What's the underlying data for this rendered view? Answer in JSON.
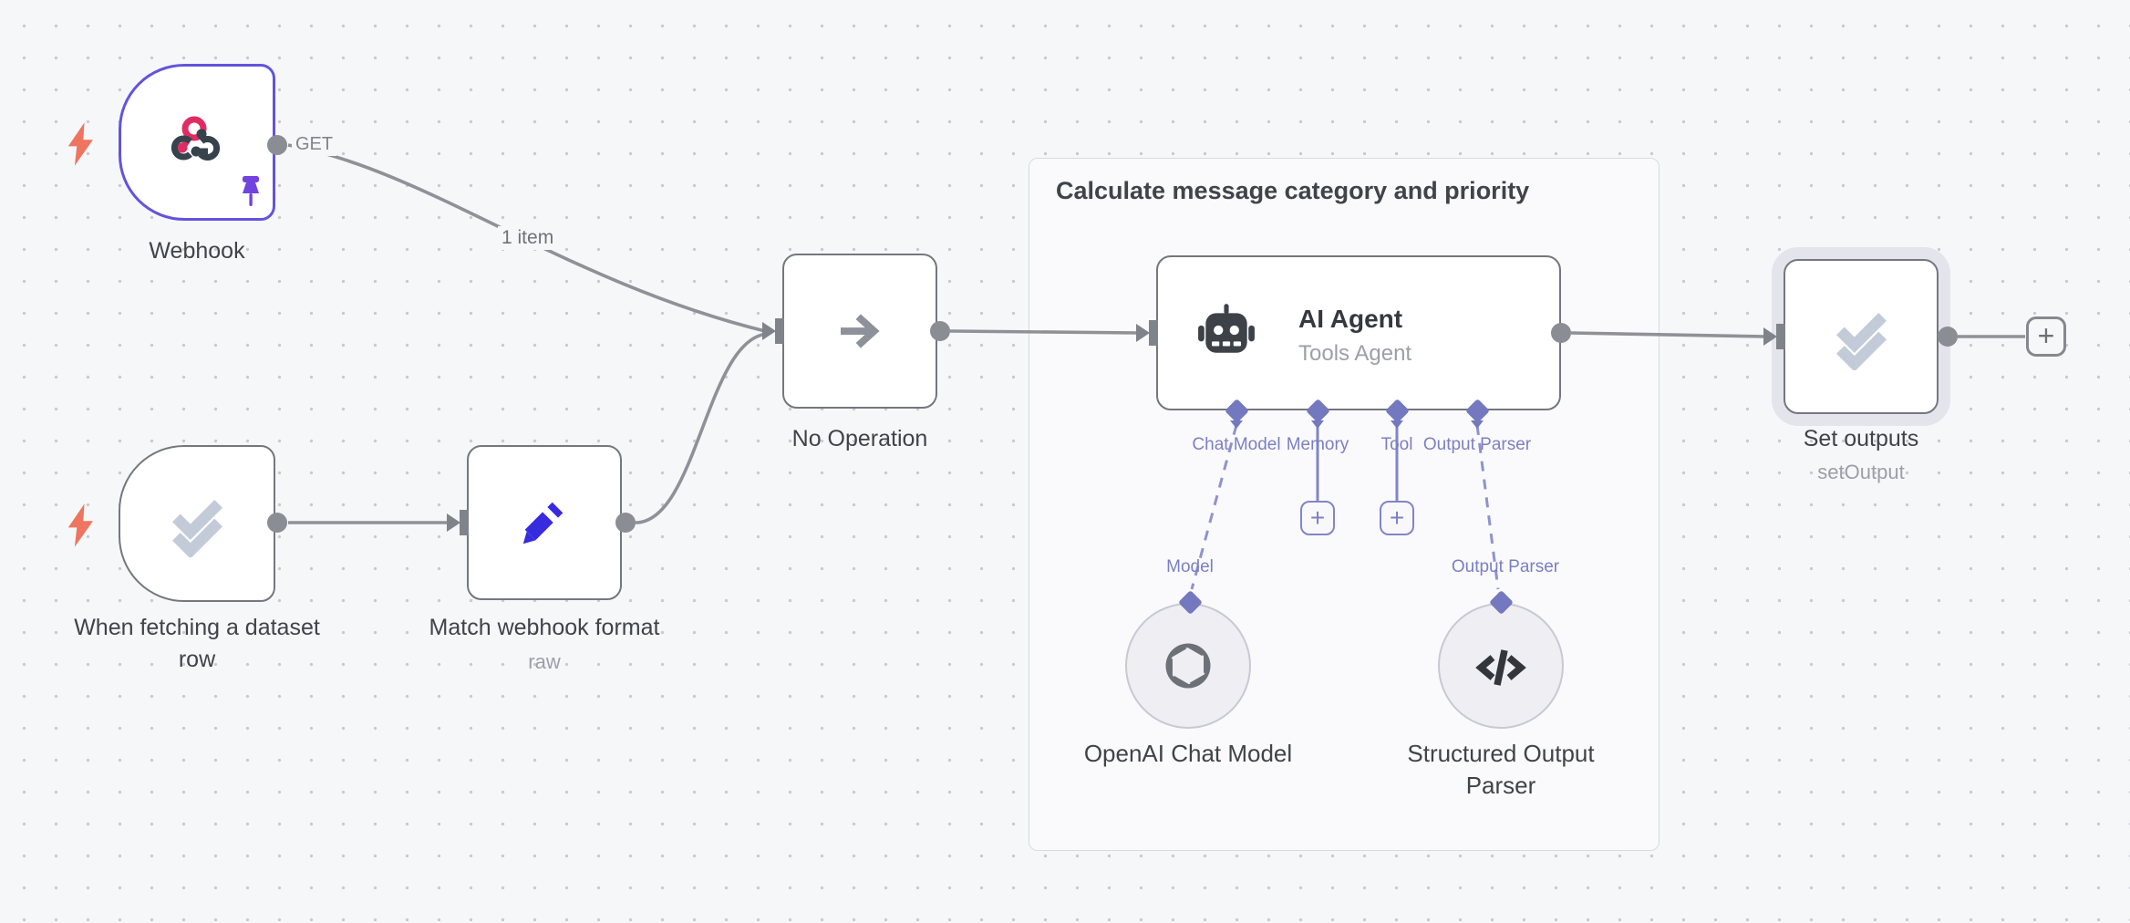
{
  "group": {
    "title": "Calculate message category and priority"
  },
  "edge_labels": {
    "webhook_method": "GET",
    "webhook_items": "1 item"
  },
  "glyphs": {
    "plus": "+"
  },
  "nodes": {
    "webhook": {
      "label": "Webhook"
    },
    "dataset_trigger": {
      "label_line1": "When fetching a dataset",
      "label_line2": "row"
    },
    "match_format": {
      "label": "Match webhook format",
      "subtitle": "raw"
    },
    "no_operation": {
      "label": "No Operation"
    },
    "ai_agent": {
      "title": "AI Agent",
      "subtitle": "Tools Agent",
      "ports": [
        "Chat Model",
        "Memory",
        "Tool",
        "Output Parser"
      ]
    },
    "openai_model": {
      "port_label": "Model",
      "label": "OpenAI Chat Model"
    },
    "output_parser": {
      "port_label": "Output Parser",
      "label_line1": "Structured Output",
      "label_line2": "Parser"
    },
    "set_outputs": {
      "label": "Set outputs",
      "subtitle": "setOutput"
    }
  },
  "colors": {
    "canvas_background": "#f6f7f9",
    "grid_dot": "#c9cad0",
    "selected_node_border": "#6254dd",
    "node_border": "#74777f",
    "edge_gray": "#8e9197",
    "port_purple": "#7478bf",
    "trigger_bolt_orange": "#ee7560",
    "pencil_blue": "#372be0",
    "webhook_pink": "#e02c63",
    "icon_dark": "#3d4248",
    "check_light": "#c3cbd9"
  }
}
